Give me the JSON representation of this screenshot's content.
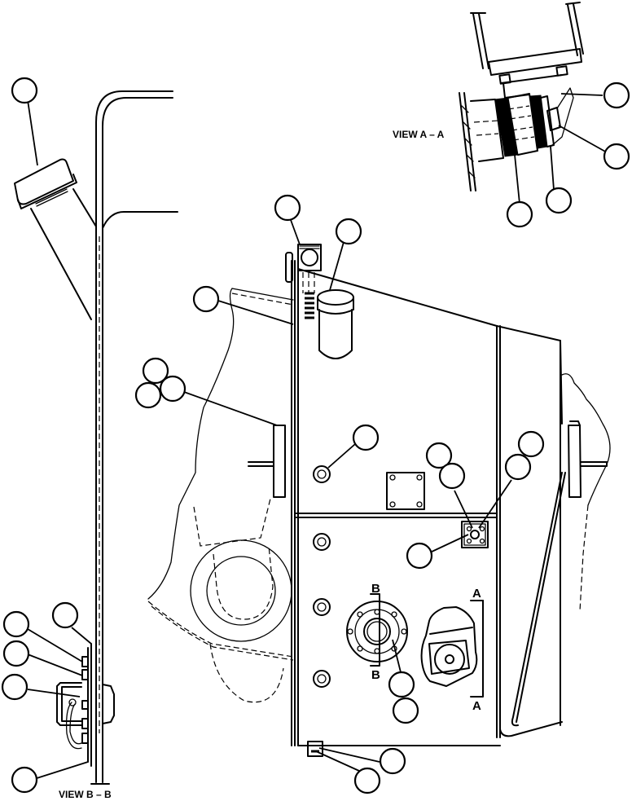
{
  "diagram": {
    "type": "exploded parts illustration (line drawing)",
    "background_color": "#ffffff",
    "line_color": "#000000",
    "views": {
      "view_a": {
        "caption": "VIEW  A – A"
      },
      "view_b": {
        "caption": "VIEW  B – B"
      }
    },
    "section_markers": {
      "a_top": "A",
      "a_bottom": "A",
      "b_top": "B",
      "b_bottom": "B"
    },
    "callout_bubbles": [
      {
        "id": "view-a-upper-right",
        "label": ""
      },
      {
        "id": "view-a-lower-right",
        "label": ""
      },
      {
        "id": "view-a-bottom-left",
        "label": ""
      },
      {
        "id": "view-a-bottom-right",
        "label": ""
      },
      {
        "id": "filler-neck-cap-left",
        "label": ""
      },
      {
        "id": "breather-valve",
        "label": ""
      },
      {
        "id": "filler-cap-main",
        "label": ""
      },
      {
        "id": "tank-strap",
        "label": ""
      },
      {
        "id": "mount-bolt-1",
        "label": ""
      },
      {
        "id": "mount-bolt-2",
        "label": ""
      },
      {
        "id": "mount-bolt-3",
        "label": ""
      },
      {
        "id": "drain-plug-upper",
        "label": ""
      },
      {
        "id": "sender-plate-1",
        "label": ""
      },
      {
        "id": "sender-plate-2",
        "label": ""
      },
      {
        "id": "fitting-right-1",
        "label": ""
      },
      {
        "id": "fitting-right-2",
        "label": ""
      },
      {
        "id": "sender-fitting",
        "label": ""
      },
      {
        "id": "flange-1",
        "label": ""
      },
      {
        "id": "flange-2",
        "label": ""
      },
      {
        "id": "bottom-drain-1",
        "label": ""
      },
      {
        "id": "bottom-drain-2",
        "label": ""
      },
      {
        "id": "view-b-plate",
        "label": ""
      },
      {
        "id": "view-b-bolt-1",
        "label": ""
      },
      {
        "id": "view-b-bolt-2",
        "label": ""
      },
      {
        "id": "view-b-bracket",
        "label": ""
      },
      {
        "id": "view-b-gasket",
        "label": ""
      }
    ]
  }
}
